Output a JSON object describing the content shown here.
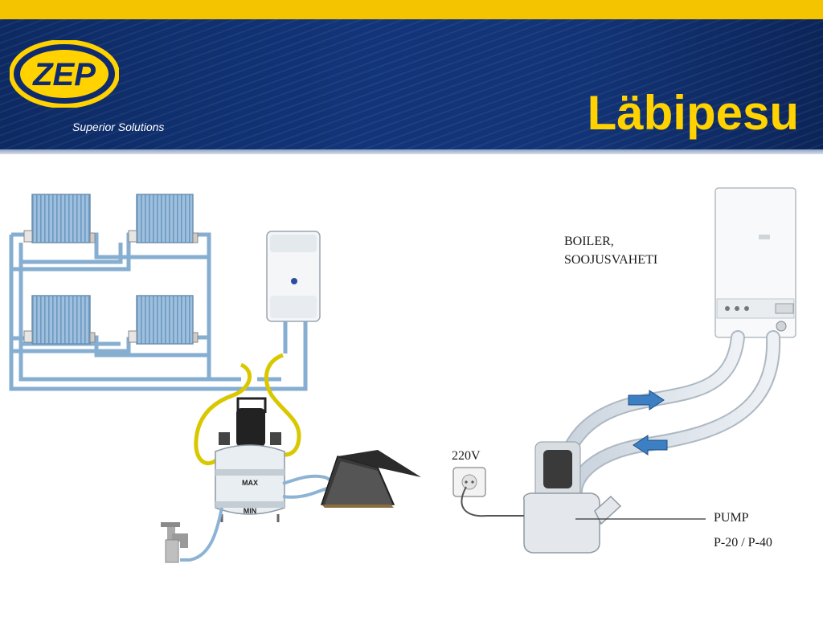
{
  "header": {
    "logo_text": "ZEP",
    "tagline": "Superior Solutions",
    "title": "Läbipesu"
  },
  "diagram": {
    "labels": {
      "boiler_line1": "BOILER,",
      "boiler_line2": "SOOJUSVAHETI",
      "voltage": "220V",
      "pump": "PUMP",
      "pump_models": "P-20 / P-40",
      "max": "MAX",
      "min": "MIN"
    }
  },
  "colors": {
    "top_bar": "#f5c400",
    "header_blue": "#12357a",
    "title_yellow": "#ffd200",
    "pipe_blue": "#7fa6c9",
    "hose_yellow": "#e8d200"
  }
}
